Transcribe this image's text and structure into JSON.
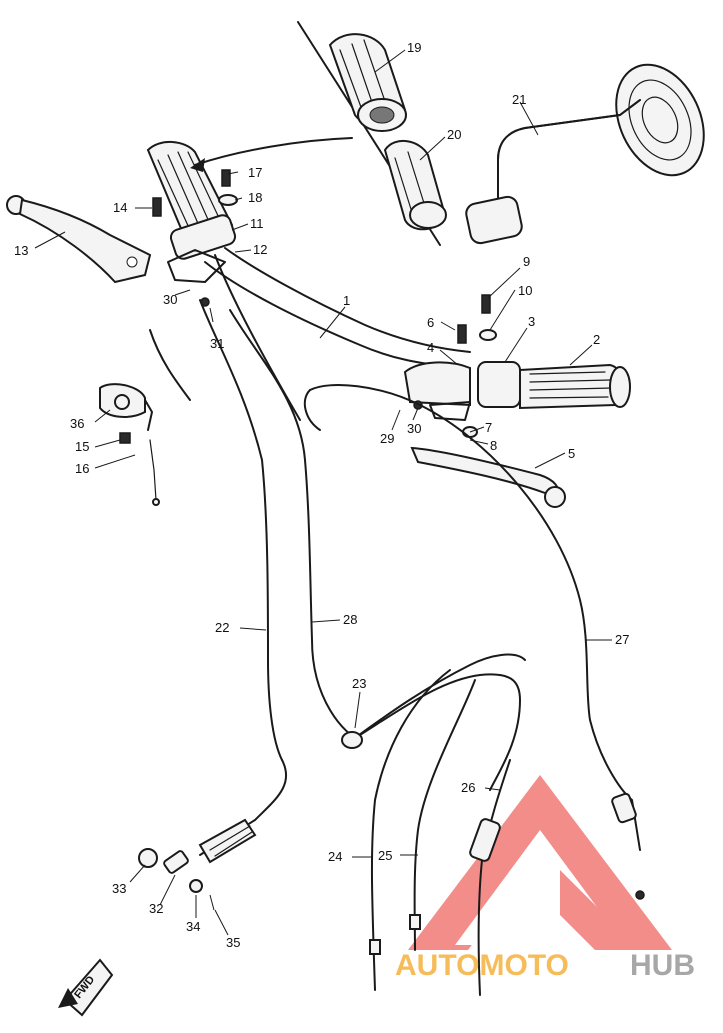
{
  "diagram": {
    "callouts": [
      {
        "id": "1",
        "label": "1"
      },
      {
        "id": "2",
        "label": "2"
      },
      {
        "id": "3",
        "label": "3"
      },
      {
        "id": "4",
        "label": "4"
      },
      {
        "id": "5",
        "label": "5"
      },
      {
        "id": "6",
        "label": "6"
      },
      {
        "id": "7",
        "label": "7"
      },
      {
        "id": "8",
        "label": "8"
      },
      {
        "id": "9",
        "label": "9"
      },
      {
        "id": "10",
        "label": "10"
      },
      {
        "id": "11",
        "label": "11"
      },
      {
        "id": "12",
        "label": "12"
      },
      {
        "id": "13",
        "label": "13"
      },
      {
        "id": "14",
        "label": "14"
      },
      {
        "id": "15",
        "label": "15"
      },
      {
        "id": "16",
        "label": "16"
      },
      {
        "id": "17",
        "label": "17"
      },
      {
        "id": "18",
        "label": "18"
      },
      {
        "id": "19",
        "label": "19"
      },
      {
        "id": "20",
        "label": "20"
      },
      {
        "id": "21",
        "label": "21"
      },
      {
        "id": "22",
        "label": "22"
      },
      {
        "id": "23",
        "label": "23"
      },
      {
        "id": "24",
        "label": "24"
      },
      {
        "id": "25",
        "label": "25"
      },
      {
        "id": "26",
        "label": "26"
      },
      {
        "id": "27",
        "label": "27"
      },
      {
        "id": "28",
        "label": "28"
      },
      {
        "id": "29",
        "label": "29"
      },
      {
        "id": "30a",
        "label": "30"
      },
      {
        "id": "30b",
        "label": "30"
      },
      {
        "id": "31",
        "label": "31"
      },
      {
        "id": "32",
        "label": "32"
      },
      {
        "id": "33",
        "label": "33"
      },
      {
        "id": "34",
        "label": "34"
      },
      {
        "id": "35",
        "label": "35"
      },
      {
        "id": "36",
        "label": "36"
      }
    ],
    "direction_marker": "FWD"
  },
  "watermark": {
    "brand_part1": "AUTOMOTO",
    "brand_part2": "HUB",
    "color_orange": "#f5a623",
    "color_red": "#e8312a",
    "color_gray": "#8a8a8a"
  }
}
